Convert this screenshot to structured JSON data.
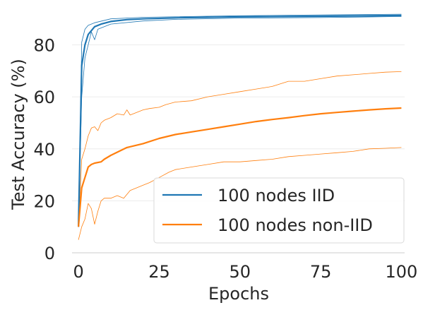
{
  "chart_data": {
    "type": "line",
    "title": "",
    "xlabel": "Epochs",
    "ylabel": "Test Accuracy (%)",
    "xlim": [
      -2,
      101
    ],
    "ylim": [
      0,
      94
    ],
    "xticks": [
      0,
      25,
      50,
      75,
      100
    ],
    "yticks": [
      0,
      20,
      40,
      60,
      80
    ],
    "grid": "horizontal",
    "legend_position": "lower-right",
    "series": [
      {
        "name": "100 nodes IID",
        "color": "#1f77b4",
        "style": "mean",
        "points": [
          [
            0,
            10
          ],
          [
            1,
            72
          ],
          [
            2,
            80
          ],
          [
            3,
            84
          ],
          [
            5,
            87
          ],
          [
            7,
            88
          ],
          [
            10,
            89
          ],
          [
            15,
            89.7
          ],
          [
            20,
            90
          ],
          [
            30,
            90.4
          ],
          [
            50,
            90.8
          ],
          [
            75,
            91
          ],
          [
            100,
            91.3
          ]
        ]
      },
      {
        "name": "",
        "color": "#1f77b4",
        "style": "band",
        "points": [
          [
            0,
            10
          ],
          [
            1,
            81
          ],
          [
            2,
            86
          ],
          [
            3,
            87.5
          ],
          [
            5,
            88.5
          ],
          [
            10,
            90
          ],
          [
            20,
            90.6
          ],
          [
            50,
            91.2
          ],
          [
            75,
            91.5
          ],
          [
            100,
            91.8
          ]
        ]
      },
      {
        "name": "",
        "color": "#1f77b4",
        "style": "band",
        "points": [
          [
            0,
            10
          ],
          [
            1,
            60
          ],
          [
            2,
            75
          ],
          [
            3,
            80
          ],
          [
            4,
            85
          ],
          [
            5,
            82
          ],
          [
            6,
            86
          ],
          [
            8,
            87
          ],
          [
            10,
            88
          ],
          [
            20,
            89.2
          ],
          [
            30,
            89.8
          ],
          [
            50,
            90.3
          ],
          [
            75,
            90.5
          ],
          [
            100,
            90.9
          ]
        ]
      },
      {
        "name": "100 nodes non-IID",
        "color": "#ff7f0e",
        "style": "mean",
        "points": [
          [
            0,
            10
          ],
          [
            1,
            25
          ],
          [
            2,
            29
          ],
          [
            3,
            33
          ],
          [
            4,
            34
          ],
          [
            5,
            34.5
          ],
          [
            7,
            35
          ],
          [
            8,
            36
          ],
          [
            10,
            37.5
          ],
          [
            15,
            40.5
          ],
          [
            20,
            42
          ],
          [
            25,
            44
          ],
          [
            30,
            45.5
          ],
          [
            35,
            46.5
          ],
          [
            40,
            47.5
          ],
          [
            45,
            48.5
          ],
          [
            50,
            49.5
          ],
          [
            55,
            50.5
          ],
          [
            60,
            51.3
          ],
          [
            65,
            52
          ],
          [
            70,
            52.8
          ],
          [
            75,
            53.5
          ],
          [
            80,
            54
          ],
          [
            85,
            54.5
          ],
          [
            90,
            55
          ],
          [
            95,
            55.4
          ],
          [
            100,
            55.7
          ]
        ]
      },
      {
        "name": "",
        "color": "#ff7f0e",
        "style": "band",
        "points": [
          [
            0,
            10
          ],
          [
            1,
            36
          ],
          [
            2,
            40
          ],
          [
            3,
            45
          ],
          [
            4,
            48
          ],
          [
            5,
            48.5
          ],
          [
            6,
            47
          ],
          [
            7,
            50
          ],
          [
            8,
            51
          ],
          [
            10,
            52
          ],
          [
            12,
            53.5
          ],
          [
            14,
            53
          ],
          [
            15,
            55
          ],
          [
            16,
            53
          ],
          [
            18,
            54
          ],
          [
            20,
            55
          ],
          [
            22,
            55.5
          ],
          [
            25,
            56
          ],
          [
            27,
            57
          ],
          [
            30,
            58
          ],
          [
            35,
            58.5
          ],
          [
            40,
            60
          ],
          [
            45,
            61
          ],
          [
            50,
            62
          ],
          [
            55,
            63
          ],
          [
            60,
            64
          ],
          [
            65,
            66
          ],
          [
            70,
            66
          ],
          [
            75,
            67
          ],
          [
            80,
            68
          ],
          [
            85,
            68.5
          ],
          [
            90,
            69
          ],
          [
            95,
            69.5
          ],
          [
            100,
            69.7
          ]
        ]
      },
      {
        "name": "",
        "color": "#ff7f0e",
        "style": "band",
        "points": [
          [
            0,
            5
          ],
          [
            1,
            10
          ],
          [
            2,
            13
          ],
          [
            3,
            19
          ],
          [
            4,
            17
          ],
          [
            5,
            11
          ],
          [
            6,
            16
          ],
          [
            7,
            20
          ],
          [
            8,
            21
          ],
          [
            10,
            21
          ],
          [
            12,
            22
          ],
          [
            14,
            21
          ],
          [
            16,
            24
          ],
          [
            18,
            25
          ],
          [
            20,
            26
          ],
          [
            22,
            27
          ],
          [
            25,
            29
          ],
          [
            28,
            31
          ],
          [
            30,
            32
          ],
          [
            35,
            33
          ],
          [
            40,
            34
          ],
          [
            45,
            35
          ],
          [
            50,
            35
          ],
          [
            55,
            35.5
          ],
          [
            60,
            36
          ],
          [
            65,
            37
          ],
          [
            70,
            37.5
          ],
          [
            75,
            38
          ],
          [
            80,
            38.5
          ],
          [
            85,
            39
          ],
          [
            90,
            40
          ],
          [
            95,
            40.2
          ],
          [
            100,
            40.5
          ]
        ]
      }
    ]
  }
}
